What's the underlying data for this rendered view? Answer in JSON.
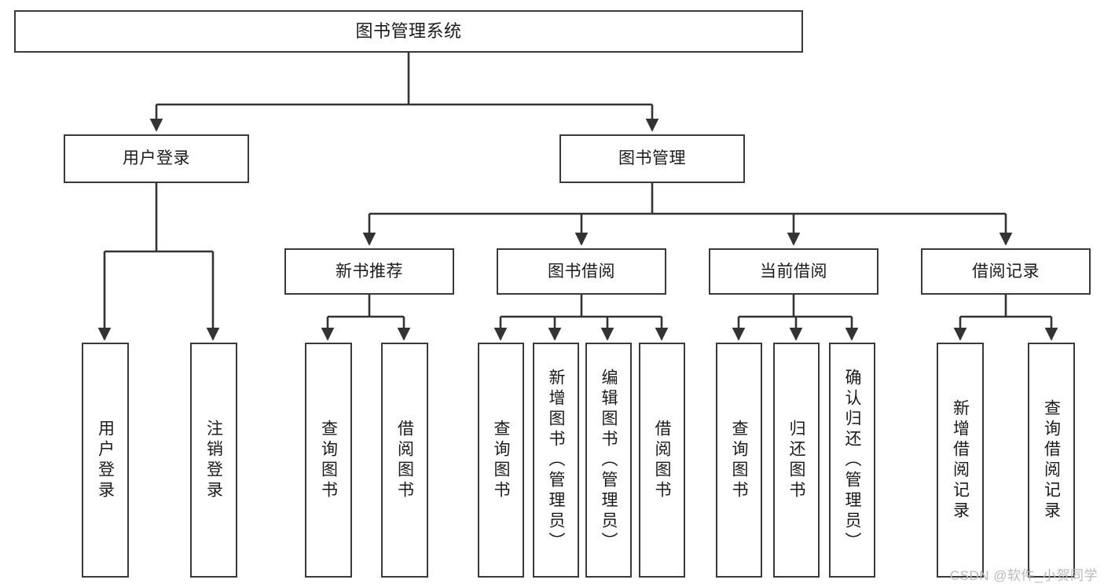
{
  "diagram": {
    "title": "图书管理系统",
    "type": "tree-hierarchy-chart",
    "colors": {
      "box_border": "#3a3a3a",
      "box_fill": "#ffffff",
      "edge": "#333333",
      "text": "#1b1b1b",
      "watermark": "#b9b9b9",
      "background": "#ffffff"
    },
    "root": {
      "id": "root",
      "label": "图书管理系统"
    },
    "level2": [
      {
        "id": "user_login",
        "label": "用户登录"
      },
      {
        "id": "book_mgmt",
        "label": "图书管理"
      }
    ],
    "level3": [
      {
        "id": "new_book_rec",
        "label": "新书推荐"
      },
      {
        "id": "book_borrow",
        "label": "图书借阅"
      },
      {
        "id": "current_borrow",
        "label": "当前借阅"
      },
      {
        "id": "borrow_record",
        "label": "借阅记录"
      }
    ],
    "leaves": {
      "user_login": [
        {
          "id": "leaf_user_login",
          "label": "用户登录"
        },
        {
          "id": "leaf_user_logout",
          "label": "注销登录"
        }
      ],
      "new_book_rec": [
        {
          "id": "leaf_query_book_1",
          "label": "查询图书"
        },
        {
          "id": "leaf_borrow_book_1",
          "label": "借阅图书"
        }
      ],
      "book_borrow": [
        {
          "id": "leaf_query_book_2",
          "label": "查询图书"
        },
        {
          "id": "leaf_add_book",
          "label": "新增图书（管理员）"
        },
        {
          "id": "leaf_edit_book",
          "label": "编辑图书（管理员）"
        },
        {
          "id": "leaf_borrow_book_2",
          "label": "借阅图书"
        }
      ],
      "current_borrow": [
        {
          "id": "leaf_query_book_3",
          "label": "查询图书"
        },
        {
          "id": "leaf_return_book",
          "label": "归还图书"
        },
        {
          "id": "leaf_confirm_return",
          "label": "确认归还（管理员）"
        }
      ],
      "borrow_record": [
        {
          "id": "leaf_add_record",
          "label": "新增借阅记录"
        },
        {
          "id": "leaf_query_record",
          "label": "查询借阅记录"
        }
      ]
    }
  },
  "watermark": {
    "text": "CSDN @软件_小贺同学"
  }
}
